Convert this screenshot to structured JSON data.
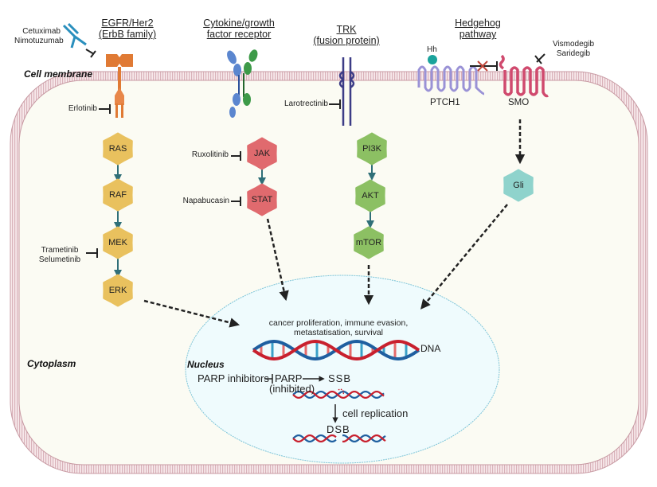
{
  "regions": {
    "cell_membrane": "Cell membrane",
    "cytoplasm": "Cytoplasm",
    "nucleus": "Nucleus"
  },
  "receptors": {
    "egfr": {
      "title_line1": "EGFR/Her2",
      "title_line2": "(ErbB family)",
      "extracellular_drugs": [
        "Cetuximab",
        "Nimotuzumab"
      ],
      "intracellular_drug": "Erlotinib"
    },
    "cytokine": {
      "title_line1": "Cytokine/growth",
      "title_line2": "factor receptor"
    },
    "trk": {
      "title_line1": "TRK",
      "title_line2": "(fusion protein)",
      "drug": "Larotrectinib"
    },
    "hedgehog": {
      "title_line1": "Hedgehog",
      "title_line2": "pathway",
      "ligand": "Hh",
      "ptch": "PTCH1",
      "smo": "SMO",
      "drugs": [
        "Vismodegib",
        "Saridegib"
      ]
    }
  },
  "pathways": {
    "mapk": {
      "nodes": [
        "RAS",
        "RAF",
        "MEK",
        "ERK"
      ],
      "mek_drugs": [
        "Trametinib",
        "Selumetinib"
      ],
      "color": "#e9c15e"
    },
    "jak_stat": {
      "nodes": [
        "JAK",
        "STAT"
      ],
      "jak_drug": "Ruxolitinib",
      "stat_drug": "Napabucasin",
      "color": "#e06a6e"
    },
    "pi3k": {
      "nodes": [
        "PI3K",
        "AKT",
        "mTOR"
      ],
      "color": "#8cc063"
    },
    "hedgehog": {
      "nodes": [
        "Gli"
      ],
      "color": "#8fd3cc"
    }
  },
  "nucleus": {
    "outcome_line1": "cancer proliferation, immune evasion,",
    "outcome_line2": "metastatisation, survival",
    "dna_label": "DNA",
    "parp_inhibitors": "PARP inhibitors",
    "parp": "PARP",
    "parp_state": "(inhibited)",
    "ssb": "SSB",
    "cell_replication": "cell replication",
    "dsb": "DSB"
  },
  "colors": {
    "membrane": "#c89aa3",
    "cytoplasm_fill": "#fbfbf3",
    "nucleus_fill": "#effbfd",
    "nucleus_border": "#7cc4d8",
    "arrow_teal": "#2f6f78",
    "egfr": "#e07a34",
    "antibody": "#2a8fbd",
    "cytokine_blue": "#5b86cf",
    "cytokine_green": "#3d9a48",
    "trk": "#3c3c86",
    "ptch": "#9a92d6",
    "smo": "#d04a6e",
    "hh_ligand": "#1ba39c",
    "dna_red": "#c8202e",
    "dna_blue": "#1f5fa0"
  }
}
